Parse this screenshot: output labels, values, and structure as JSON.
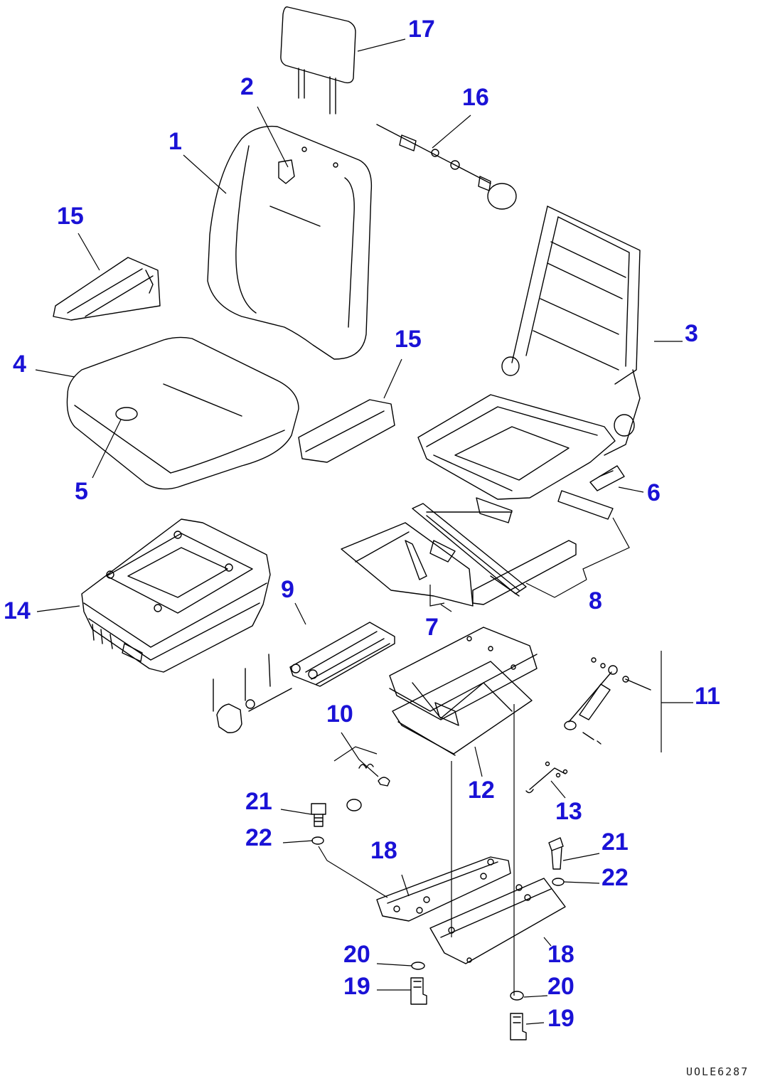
{
  "callouts": [
    {
      "id": "17",
      "label": "17"
    },
    {
      "id": "2",
      "label": "2"
    },
    {
      "id": "16",
      "label": "16"
    },
    {
      "id": "1",
      "label": "1"
    },
    {
      "id": "15a",
      "label": "15"
    },
    {
      "id": "3",
      "label": "3"
    },
    {
      "id": "4",
      "label": "4"
    },
    {
      "id": "15b",
      "label": "15"
    },
    {
      "id": "5",
      "label": "5"
    },
    {
      "id": "6",
      "label": "6"
    },
    {
      "id": "8",
      "label": "8"
    },
    {
      "id": "9",
      "label": "9"
    },
    {
      "id": "14",
      "label": "14"
    },
    {
      "id": "7",
      "label": "7"
    },
    {
      "id": "11",
      "label": "11"
    },
    {
      "id": "10",
      "label": "10"
    },
    {
      "id": "12",
      "label": "12"
    },
    {
      "id": "13",
      "label": "13"
    },
    {
      "id": "21a",
      "label": "21"
    },
    {
      "id": "22a",
      "label": "22"
    },
    {
      "id": "18a",
      "label": "18"
    },
    {
      "id": "21b",
      "label": "21"
    },
    {
      "id": "22b",
      "label": "22"
    },
    {
      "id": "18b",
      "label": "18"
    },
    {
      "id": "20a",
      "label": "20"
    },
    {
      "id": "19a",
      "label": "19"
    },
    {
      "id": "20b",
      "label": "20"
    },
    {
      "id": "19b",
      "label": "19"
    }
  ],
  "drawing_code": "UOLE6287",
  "colors": {
    "callout": "#1a12d6",
    "line": "#000000"
  }
}
